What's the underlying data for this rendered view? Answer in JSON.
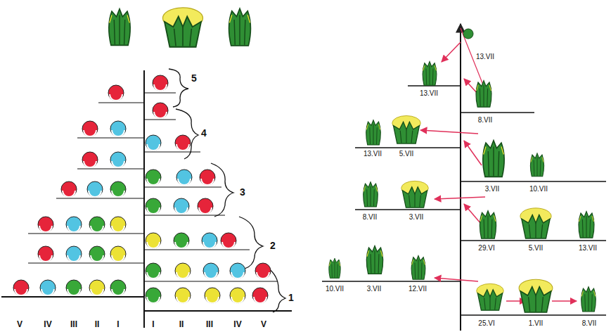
{
  "diagram": {
    "labels": [
      "5",
      "4",
      "3",
      "2",
      "1",
      "V",
      "IV",
      "III",
      "II",
      "I",
      "I",
      "II",
      "III",
      "IV",
      "V",
      "13.VII",
      "13.VII",
      "8.VII",
      "13.VII",
      "5.VII",
      "3.VII",
      "10.VII",
      "8.VII",
      "3.VII",
      "29.VI",
      "5.VII",
      "13.VII",
      "10.VII",
      "3.VII",
      "12.VII",
      "25.VI",
      "1.VII",
      "8.VII"
    ]
  }
}
